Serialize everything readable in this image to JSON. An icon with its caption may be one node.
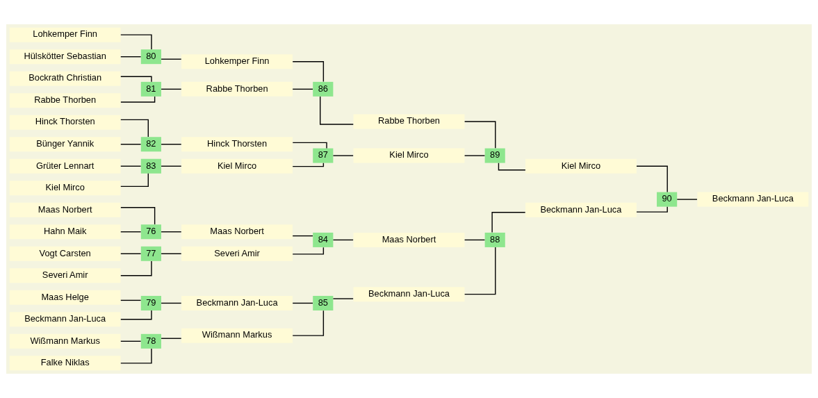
{
  "diagram": {
    "nodes": [
      {
        "text": [
          "Maas Norbert"
        ]
      },
      {
        "text": [
          "Hahn Maik"
        ]
      },
      {
        "text": [
          "Vogt Carsten"
        ]
      },
      {
        "text": [
          "Severi Amir"
        ]
      },
      {
        "text": [
          "Wißmann Markus"
        ]
      },
      {
        "text": [
          "Falke Niklas"
        ]
      },
      {
        "text": [
          "Maas Helge"
        ]
      },
      {
        "text": [
          "Beckmann Jan-Luca"
        ]
      },
      {
        "text": [
          "Lohkemper Finn"
        ]
      },
      {
        "text": [
          "Hülskötter Sebastian"
        ]
      },
      {
        "text": [
          "Bockrath Christian"
        ]
      },
      {
        "text": [
          "Rabbe Thorben"
        ]
      },
      {
        "text": [
          "Hinck Thorsten"
        ]
      },
      {
        "text": [
          "Bünger Yannik"
        ]
      },
      {
        "text": [
          "Grüter Lennart"
        ]
      },
      {
        "text": [
          "Kiel Mirco"
        ]
      },
      {
        "text": [
          "76"
        ]
      },
      {
        "text": [
          "77"
        ]
      },
      {
        "text": [
          "78"
        ]
      },
      {
        "text": [
          "79"
        ]
      },
      {
        "text": [
          "80"
        ]
      },
      {
        "text": [
          "81"
        ]
      },
      {
        "text": [
          "82"
        ]
      },
      {
        "text": [
          "83"
        ]
      },
      {
        "text": [
          "Maas Norbert"
        ]
      },
      {
        "text": [
          "Severi Amir"
        ]
      },
      {
        "text": [
          "Wißmann Markus"
        ]
      },
      {
        "text": [
          "Beckmann Jan-Luca"
        ]
      },
      {
        "text": [
          "Lohkemper Finn"
        ]
      },
      {
        "text": [
          "Rabbe Thorben"
        ]
      },
      {
        "text": [
          "Hinck Thorsten"
        ]
      },
      {
        "text": [
          "Kiel Mirco"
        ]
      },
      {
        "text": [
          "84"
        ]
      },
      {
        "text": [
          "85"
        ]
      },
      {
        "text": [
          "86"
        ]
      },
      {
        "text": [
          "87"
        ]
      },
      {
        "text": [
          "Maas Norbert"
        ]
      },
      {
        "text": [
          "Beckmann Jan-Luca"
        ]
      },
      {
        "text": [
          "Rabbe Thorben"
        ]
      },
      {
        "text": [
          "Kiel Mirco"
        ]
      },
      {
        "text": [
          "88"
        ]
      },
      {
        "text": [
          "89"
        ]
      },
      {
        "text": [
          "Beckmann Jan-Luca"
        ]
      },
      {
        "text": [
          "Kiel Mirco"
        ]
      },
      {
        "text": [
          "90"
        ]
      },
      {
        "text": [
          "Beckmann Jan-Luca"
        ]
      }
    ],
    "edges": [
      {
        "from": 0,
        "to": 16,
        "arrow": "none"
      },
      {
        "from": 1,
        "to": 16,
        "arrow": "none"
      },
      {
        "from": 2,
        "to": 17,
        "arrow": "none"
      },
      {
        "from": 3,
        "to": 17,
        "arrow": "none"
      },
      {
        "from": 4,
        "to": 18,
        "arrow": "none"
      },
      {
        "from": 5,
        "to": 18,
        "arrow": "none"
      },
      {
        "from": 6,
        "to": 19,
        "arrow": "none"
      },
      {
        "from": 7,
        "to": 19,
        "arrow": "none"
      },
      {
        "from": 8,
        "to": 20,
        "arrow": "none"
      },
      {
        "from": 9,
        "to": 20,
        "arrow": "none"
      },
      {
        "from": 10,
        "to": 21,
        "arrow": "none"
      },
      {
        "from": 11,
        "to": 21,
        "arrow": "none"
      },
      {
        "from": 12,
        "to": 22,
        "arrow": "none"
      },
      {
        "from": 13,
        "to": 22,
        "arrow": "none"
      },
      {
        "from": 14,
        "to": 23,
        "arrow": "none"
      },
      {
        "from": 15,
        "to": 23,
        "arrow": "none"
      },
      {
        "from": 16,
        "to": 24,
        "arrow": "none"
      },
      {
        "from": 17,
        "to": 25,
        "arrow": "none"
      },
      {
        "from": 18,
        "to": 26,
        "arrow": "none"
      },
      {
        "from": 19,
        "to": 27,
        "arrow": "none"
      },
      {
        "from": 20,
        "to": 28,
        "arrow": "none"
      },
      {
        "from": 21,
        "to": 29,
        "arrow": "none"
      },
      {
        "from": 22,
        "to": 30,
        "arrow": "none"
      },
      {
        "from": 23,
        "to": 31,
        "arrow": "none"
      },
      {
        "from": 24,
        "to": 32,
        "arrow": "none"
      },
      {
        "from": 25,
        "to": 32,
        "arrow": "none"
      },
      {
        "from": 26,
        "to": 33,
        "arrow": "none"
      },
      {
        "from": 27,
        "to": 33,
        "arrow": "none"
      },
      {
        "from": 28,
        "to": 34,
        "arrow": "none"
      },
      {
        "from": 29,
        "to": 34,
        "arrow": "none"
      },
      {
        "from": 30,
        "to": 35,
        "arrow": "none"
      },
      {
        "from": 31,
        "to": 35,
        "arrow": "none"
      },
      {
        "from": 32,
        "to": 36,
        "arrow": "none"
      },
      {
        "from": 33,
        "to": 37,
        "arrow": "none"
      },
      {
        "from": 34,
        "to": 38,
        "arrow": "none"
      },
      {
        "from": 35,
        "to": 39,
        "arrow": "none"
      },
      {
        "from": 36,
        "to": 40,
        "arrow": "none"
      },
      {
        "from": 37,
        "to": 40,
        "arrow": "none"
      },
      {
        "from": 38,
        "to": 41,
        "arrow": "none"
      },
      {
        "from": 39,
        "to": 41,
        "arrow": "none"
      },
      {
        "from": 40,
        "to": 42,
        "arrow": "none"
      },
      {
        "from": 41,
        "to": 43,
        "arrow": "none"
      },
      {
        "from": 42,
        "to": 44,
        "arrow": "none"
      },
      {
        "from": 43,
        "to": 44,
        "arrow": "none"
      },
      {
        "from": 44,
        "to": 45,
        "arrow": "none"
      }
    ]
  }
}
